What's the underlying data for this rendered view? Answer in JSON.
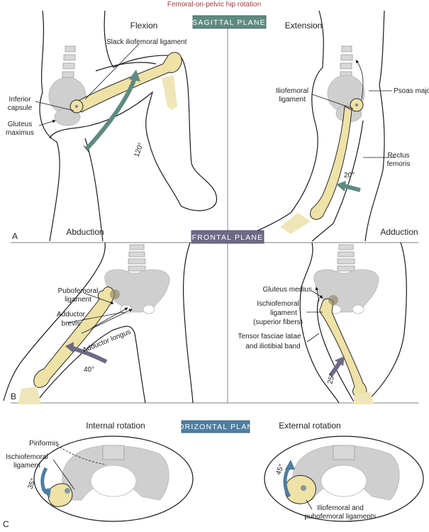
{
  "title": "Femoral-on-pelvic hip rotation",
  "colors": {
    "title": "#a33a3f",
    "sagittal_badge": "#5e8a80",
    "frontal_badge": "#6d6a87",
    "horizontal_badge": "#4f7ea0",
    "bone": "#eee2a6",
    "pelvis": "#cfcfcf"
  },
  "panels": {
    "A": {
      "letter": "A",
      "plane": "SAGITTAL PLANE",
      "left": {
        "motion": "Flexion",
        "angle": "120°",
        "labels": [
          "Slack iliofemoral ligament",
          "Inferior",
          "capsule",
          "Gluteus",
          "maximus"
        ]
      },
      "right": {
        "motion": "Extension",
        "angle": "20°",
        "labels": [
          "Iliofemoral",
          "ligament",
          "Psoas major",
          "Rectus",
          "femoris"
        ]
      }
    },
    "B": {
      "letter": "B",
      "plane": "FRONTAL PLANE",
      "left": {
        "motion": "Abduction",
        "angle": "40°",
        "labels": [
          "Pubofemoral",
          "ligament",
          "Adductor",
          "brevis",
          "Adductor longus"
        ]
      },
      "right": {
        "motion": "Adduction",
        "angle": "25°",
        "labels": [
          "Gluteus medius",
          "Ischiofemoral",
          "ligament",
          "(superior fibers)",
          "Tensor fasciae latae",
          "and iliotibial band"
        ]
      }
    },
    "C": {
      "letter": "C",
      "plane": "HORIZONTAL PLANE",
      "left": {
        "motion": "Internal rotation",
        "angle": "35°",
        "labels": [
          "Piriformis",
          "Ischiofemoral",
          "ligament"
        ]
      },
      "right": {
        "motion": "External rotation",
        "angle": "45°",
        "labels": [
          "Iliofemoral and",
          "pubofemoral ligaments"
        ]
      }
    }
  }
}
